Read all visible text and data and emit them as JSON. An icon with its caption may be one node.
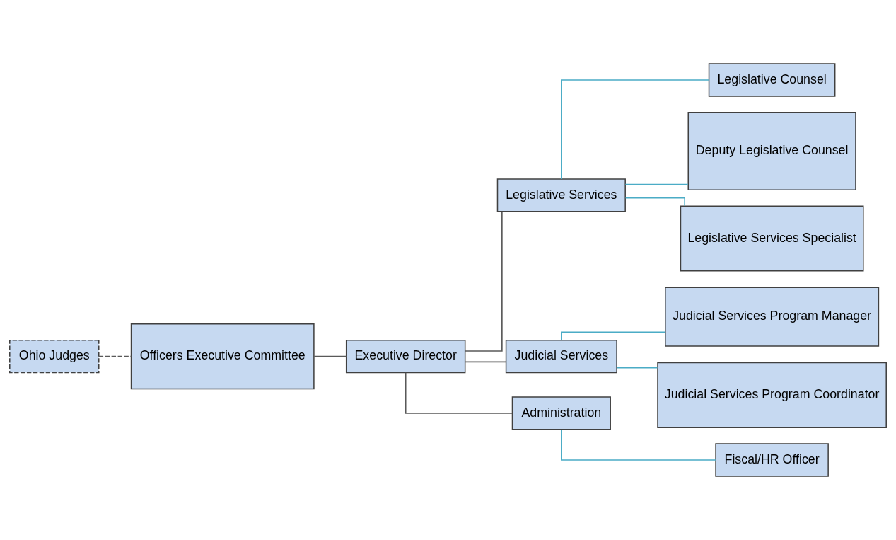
{
  "diagram": {
    "nodes": [
      {
        "text": [
          "Ohio Judges"
        ]
      },
      {
        "text": [
          "Officers Executive Committee"
        ]
      },
      {
        "text": [
          "Executive Director"
        ]
      },
      {
        "text": [
          "Legislative Services"
        ]
      },
      {
        "text": [
          "Judicial Services"
        ]
      },
      {
        "text": [
          "Administration"
        ]
      },
      {
        "text": [
          "Legislative Counsel"
        ]
      },
      {
        "text": [
          "Deputy Legislative Counsel"
        ]
      },
      {
        "text": [
          "Legislative Services Specialist"
        ]
      },
      {
        "text": [
          "Judicial Services Program Manager"
        ]
      },
      {
        "text": [
          "Judicial Services Program Coordinator"
        ]
      },
      {
        "text": [
          "Fiscal/HR Officer"
        ]
      }
    ],
    "edges": [
      {
        "from": 0,
        "to": 1,
        "arrow": "none",
        "style": "dashed",
        "color": "#595959"
      },
      {
        "from": 1,
        "to": 2,
        "arrow": "none",
        "color": "#595959"
      },
      {
        "from": 2,
        "to": 3,
        "arrow": "none",
        "color": "#595959"
      },
      {
        "from": 2,
        "to": 4,
        "arrow": "none",
        "color": "#595959"
      },
      {
        "from": 2,
        "to": 5,
        "arrow": "none",
        "color": "#595959"
      },
      {
        "from": 3,
        "to": 6,
        "arrow": "none"
      },
      {
        "from": 3,
        "to": 7,
        "arrow": "none"
      },
      {
        "from": 3,
        "to": 8,
        "arrow": "none"
      },
      {
        "from": 4,
        "to": 9,
        "arrow": "none"
      },
      {
        "from": 4,
        "to": 10,
        "arrow": "none"
      },
      {
        "from": 5,
        "to": 11,
        "arrow": "none"
      }
    ]
  }
}
